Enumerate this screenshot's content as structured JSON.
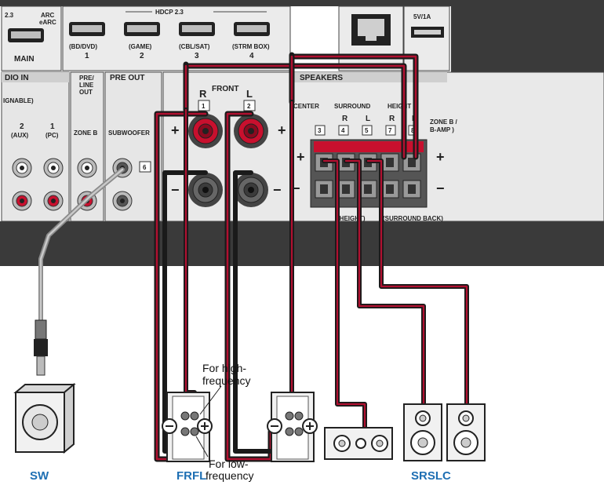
{
  "panel": {
    "top_left_frag": "2.3",
    "arc": "ARC",
    "earc": "eARC",
    "main": "MAIN",
    "hdcp": "HDCP 2.3",
    "hdmi_inputs": [
      {
        "label": "(BD/DVD)",
        "num": "1"
      },
      {
        "label": "(GAME)",
        "num": "2"
      },
      {
        "label": "(CBL/SAT)",
        "num": "3"
      },
      {
        "label": "(STRM BOX)",
        "num": "4"
      }
    ],
    "usb": "5V/1A",
    "audio_in": "DIO IN",
    "assignable": "IGNABLE)",
    "aux_num": "2",
    "aux_label": "(AUX)",
    "pc_num": "1",
    "pc_label": "(PC)",
    "pre_line_out": [
      "PRE/",
      "LINE",
      "OUT"
    ],
    "zone_b": "ZONE B",
    "pre_out": "PRE OUT",
    "subwoofer": "SUBWOOFER",
    "sub_num": "6",
    "front": "FRONT",
    "front_r": "R",
    "front_l": "L",
    "front_r_num": "1",
    "front_l_num": "2",
    "speakers": "SPEAKERS",
    "center": "CENTER",
    "surround": "SURROUND",
    "height": "HEIGHT",
    "surround_r": "R",
    "surround_l": "L",
    "height_r": "R",
    "height_l": "L",
    "nums": [
      "3",
      "4",
      "5",
      "7",
      "8"
    ],
    "zone_b_amp": [
      "ZONE B /",
      "B-AMP )"
    ],
    "height_paren": "(HEIGHT)",
    "surround_back": "(SURROUND BACK)",
    "plus": "+",
    "minus": "−"
  },
  "labels": {
    "sw": "SW",
    "frfl": "FRFL",
    "srslc": "SRSLC",
    "high_1": "For high-",
    "high_2": "frequency",
    "low_1": "For low-",
    "low_2": "frequency"
  }
}
